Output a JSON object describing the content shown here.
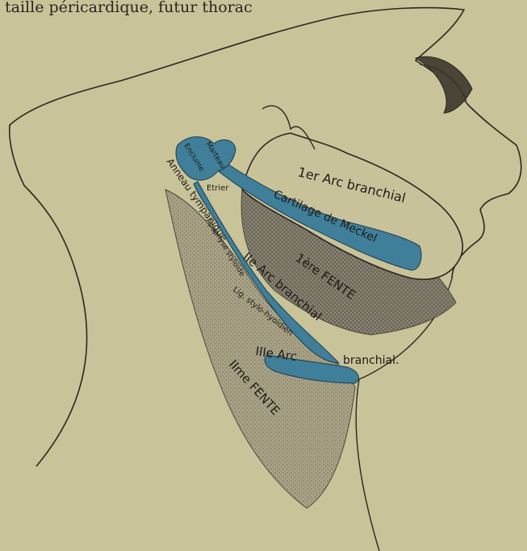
{
  "caption_fragment": "taille péricardique, futur thorac",
  "colors": {
    "paper": "#c9c39a",
    "ink": "#2b2720",
    "blue": "#3f7f9a",
    "stipple": "#8a8470",
    "crosshatch": "#6e6a5e"
  },
  "labels": {
    "arc1": "1er Arc branchial",
    "meckel": "Cartilage de Meckel",
    "marteau": "Marteau",
    "enclume": "Enclume",
    "etrier": "Etrier",
    "anneau": "Anneau tympanique",
    "apophyse": "Apophyse styloïde",
    "fente1": "1ère FENTE",
    "arc2": "IIe Arc branchial",
    "lig": "Lig. stylo-hyoïdien",
    "arc3_left": "IIIe Arc",
    "arc3_right": "branchial.",
    "fente2": "IIme FENTE"
  }
}
